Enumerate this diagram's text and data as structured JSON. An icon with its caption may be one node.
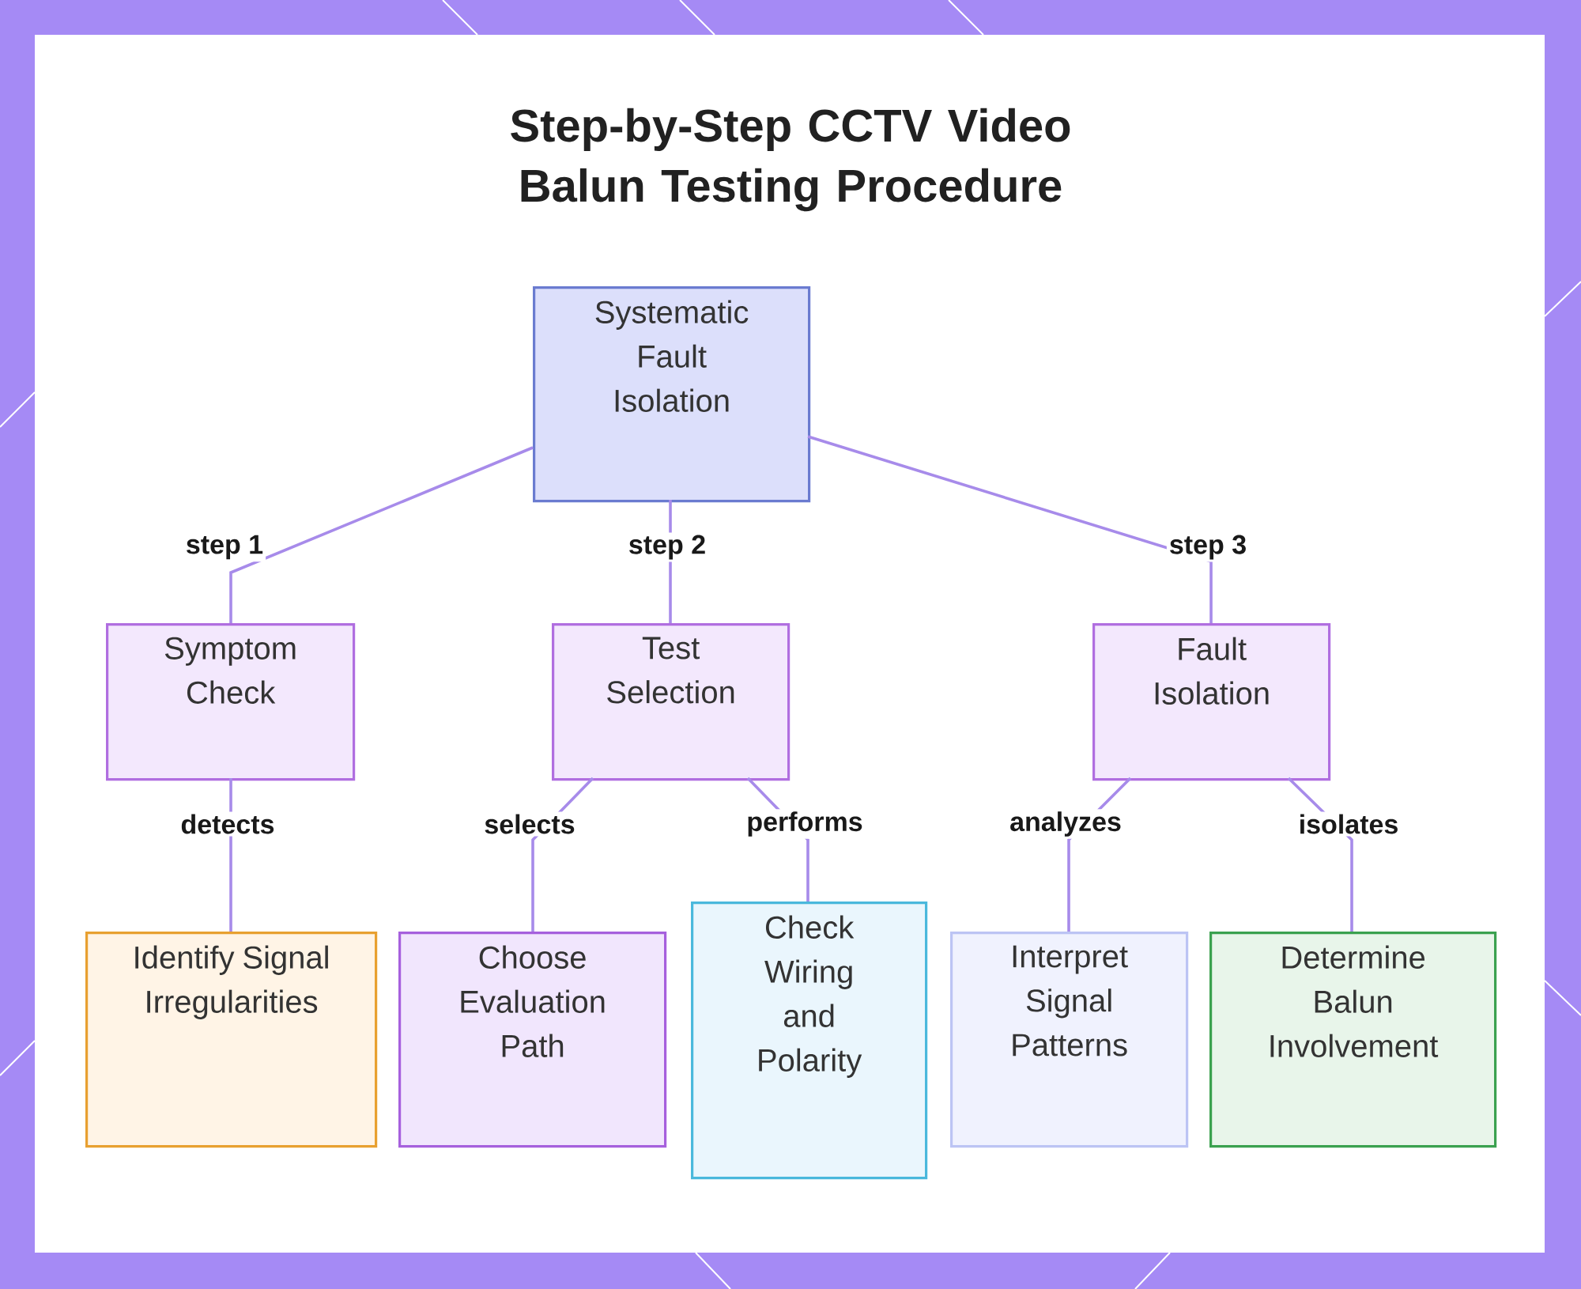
{
  "diagram": {
    "title": "Step-by-Step CCTV Video Balun Testing Procedure",
    "nodes": [
      {
        "text": [
          "Systematic Fault Isolation"
        ]
      },
      {
        "text": [
          "Symptom Check"
        ]
      },
      {
        "text": [
          "Test Selection"
        ]
      },
      {
        "text": [
          "Fault Isolation"
        ]
      },
      {
        "text": [
          "Identify Signal Irregularities"
        ]
      },
      {
        "text": [
          "Choose Evaluation Path"
        ]
      },
      {
        "text": [
          "Check Wiring and Polarity"
        ]
      },
      {
        "text": [
          "Interpret Signal Patterns"
        ]
      },
      {
        "text": [
          "Determine Balun Involvement"
        ]
      }
    ],
    "edges": [
      {
        "from": 0,
        "to": 1,
        "arrow": "none",
        "label": "step 1"
      },
      {
        "from": 0,
        "to": 2,
        "arrow": "none",
        "label": "step 2"
      },
      {
        "from": 0,
        "to": 3,
        "arrow": "none",
        "label": "step 3"
      },
      {
        "from": 1,
        "to": 4,
        "arrow": "none",
        "label": "detects"
      },
      {
        "from": 2,
        "to": 5,
        "arrow": "none",
        "label": "selects"
      },
      {
        "from": 2,
        "to": 6,
        "arrow": "none",
        "label": "performs"
      },
      {
        "from": 3,
        "to": 7,
        "arrow": "none",
        "label": "analyzes"
      },
      {
        "from": 3,
        "to": 8,
        "arrow": "none",
        "label": "isolates"
      }
    ]
  }
}
